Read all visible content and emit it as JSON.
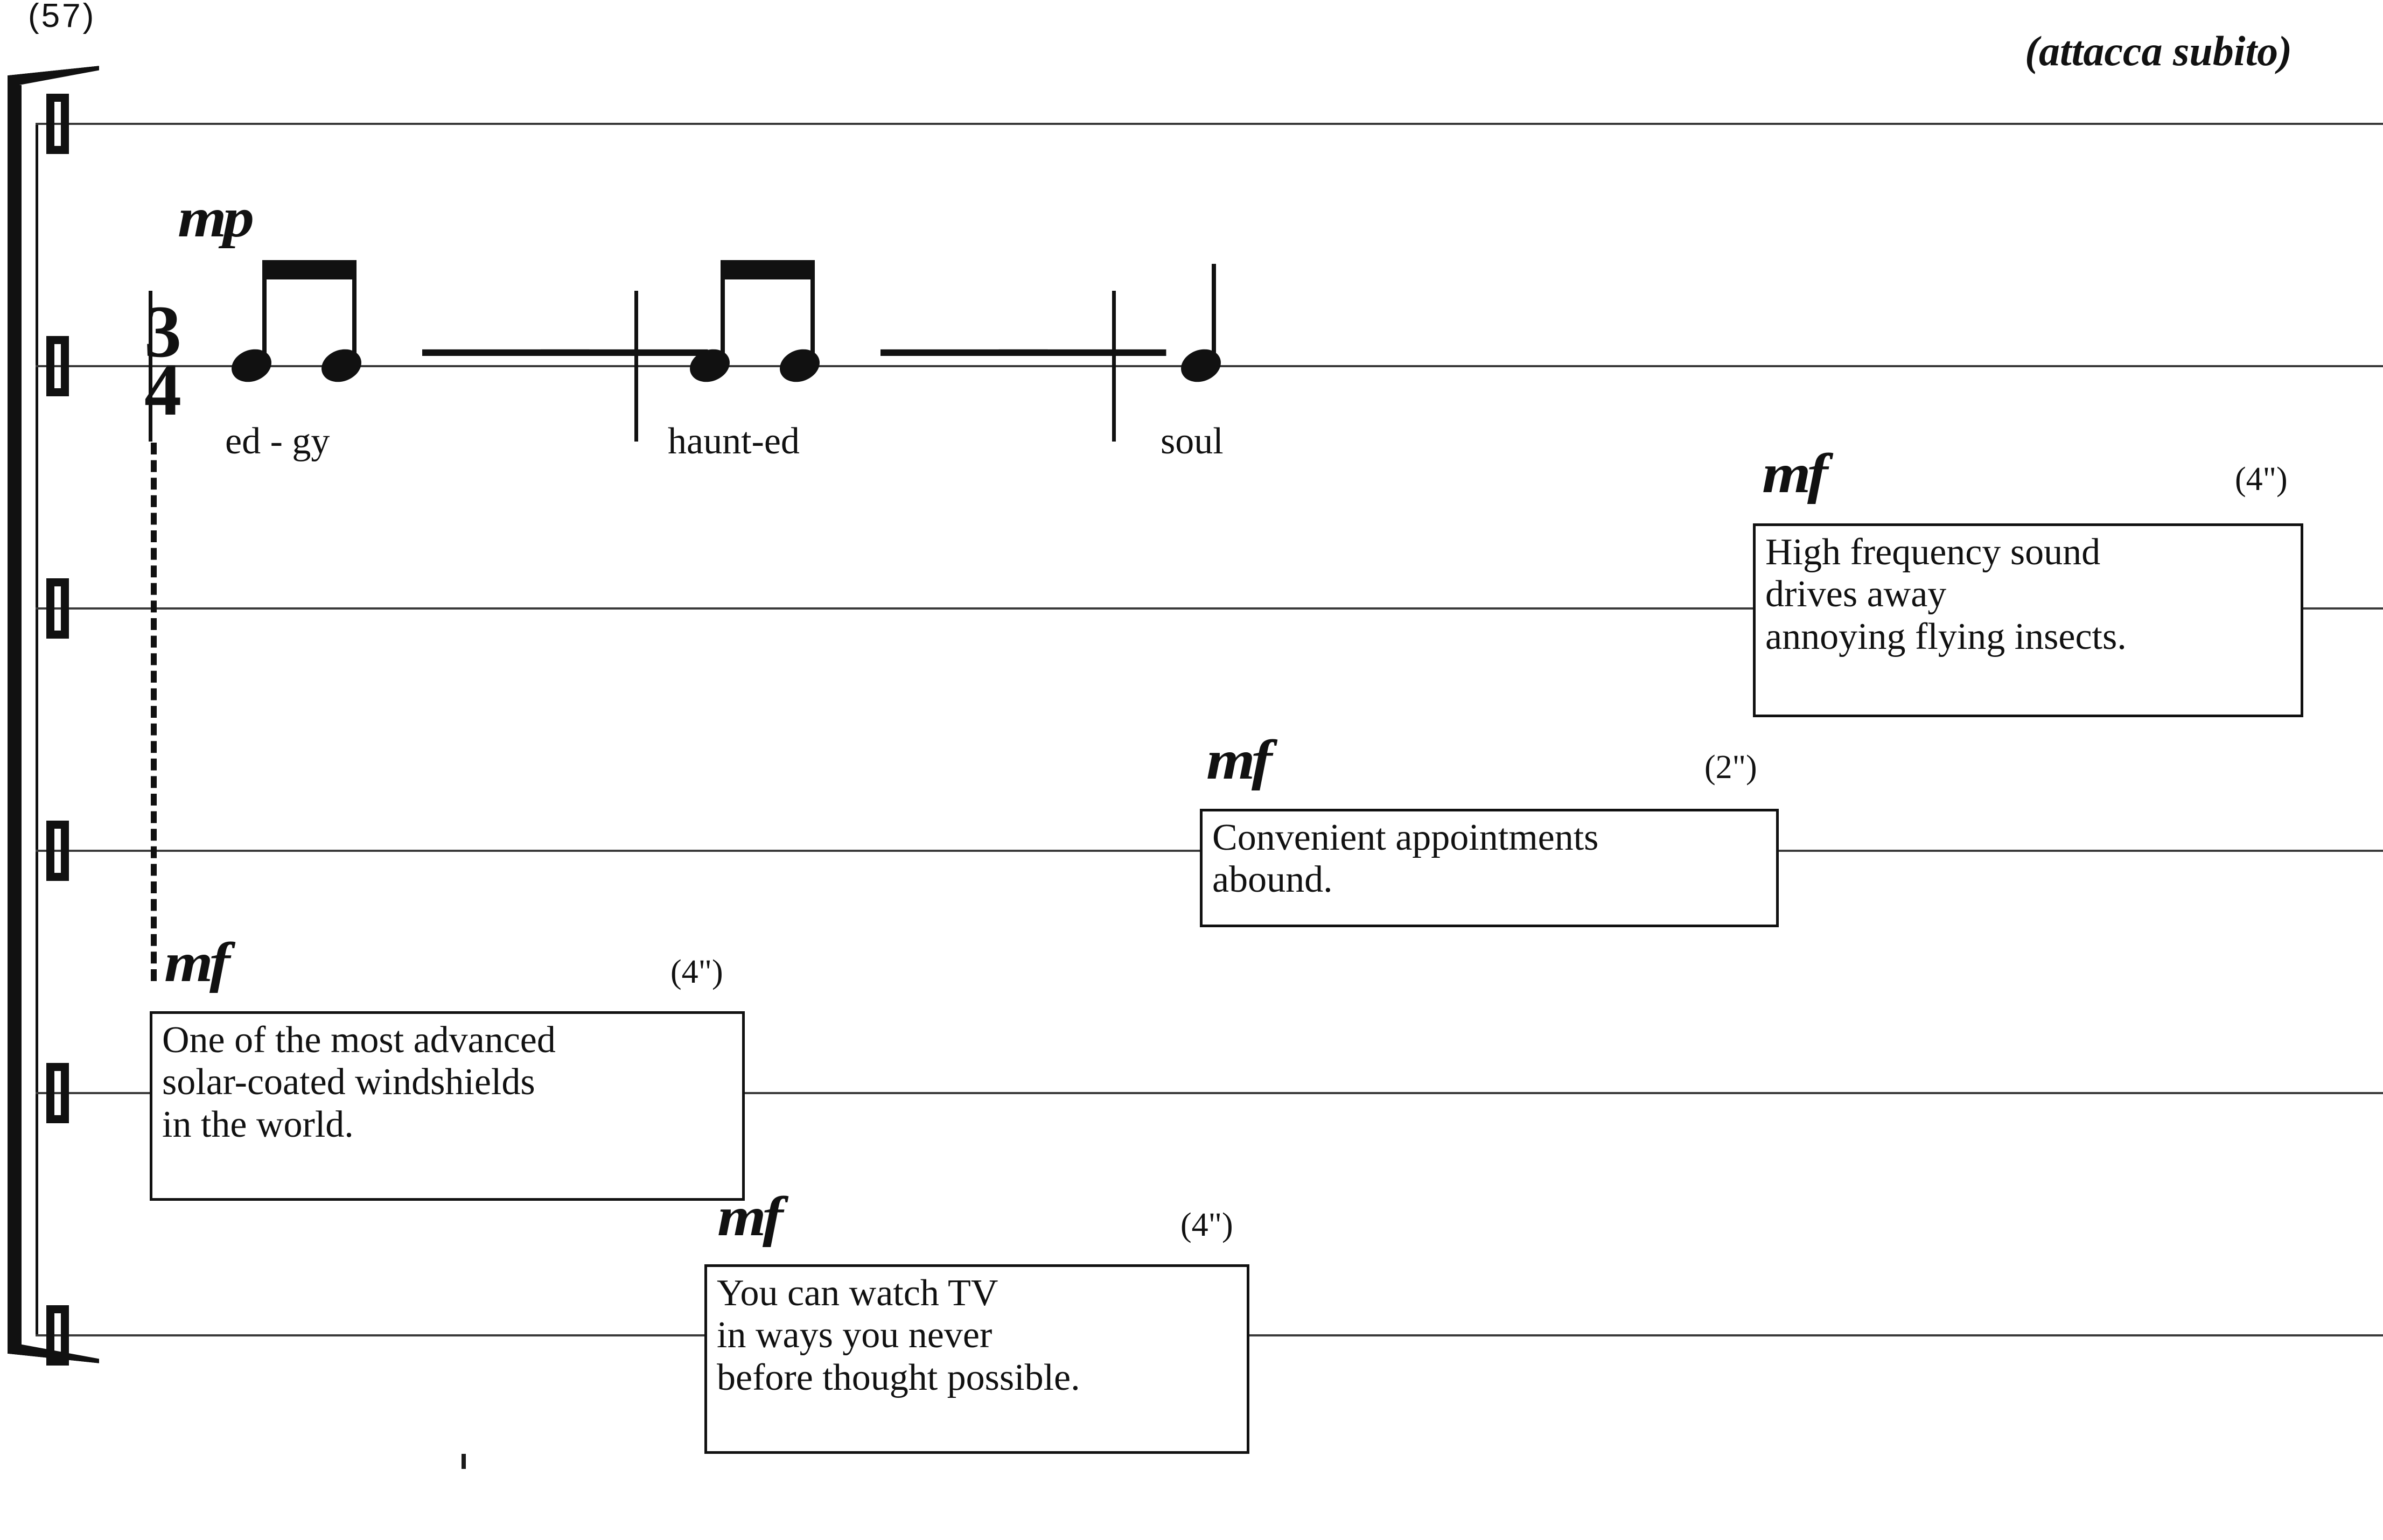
{
  "score": {
    "rehearsal_number": "(57)",
    "performance_direction": "(attacca subito)",
    "time_signature": {
      "numerator": "3",
      "denominator": "4"
    },
    "clef_name": "box-clef",
    "staves": [
      {
        "index": 1,
        "label": "staff-1"
      },
      {
        "index": 2,
        "label": "staff-2"
      },
      {
        "index": 3,
        "label": "staff-3"
      },
      {
        "index": 4,
        "label": "staff-4"
      },
      {
        "index": 5,
        "label": "staff-5"
      },
      {
        "index": 6,
        "label": "staff-6"
      }
    ],
    "dynamics": {
      "mp": "mp",
      "mf": "mf"
    },
    "music_line": {
      "dynamic": "mp",
      "measures": [
        {
          "index": 1,
          "notes": [
            {
              "type": "eighth",
              "lyric": "ed"
            },
            {
              "type": "eighth",
              "lyric": "gy"
            }
          ],
          "lyric_text": "ed - gy",
          "rests": [
            "quarter-rest",
            "quarter-rest"
          ]
        },
        {
          "index": 2,
          "notes": [
            {
              "type": "eighth",
              "lyric": "haunt"
            },
            {
              "type": "eighth",
              "lyric": "ed"
            }
          ],
          "lyric_text": "haunt-ed",
          "rests": [
            "quarter-rest",
            "quarter-rest"
          ]
        },
        {
          "index": 3,
          "notes": [
            {
              "type": "quarter",
              "lyric": "soul"
            }
          ],
          "lyric_text": "soul",
          "rests": []
        }
      ]
    },
    "spoken_texts": [
      {
        "id": "high-frequency",
        "staff": 3,
        "dynamic": "mf",
        "duration": "(4\")",
        "lines": [
          "High frequency sound",
          "drives away",
          "annoying flying insects."
        ]
      },
      {
        "id": "convenient-appointments",
        "staff": 4,
        "dynamic": "mf",
        "duration": "(2\")",
        "lines": [
          "Convenient appointments",
          "abound."
        ]
      },
      {
        "id": "solar-coated-windshields",
        "staff": 5,
        "dynamic": "mf",
        "duration": "(4\")",
        "lines": [
          "One of the most advanced",
          "solar-coated windshields",
          "in the world."
        ]
      },
      {
        "id": "watch-tv",
        "staff": 6,
        "dynamic": "mf",
        "duration": "(4\")",
        "lines": [
          "You can watch TV",
          "in ways you never",
          "before thought possible."
        ]
      }
    ],
    "glyphs": {
      "quarter_rest": "⸺"
    },
    "colors": {
      "ink": "#111111",
      "staff_line": "#3a3a3a",
      "paper": "#ffffff"
    }
  }
}
